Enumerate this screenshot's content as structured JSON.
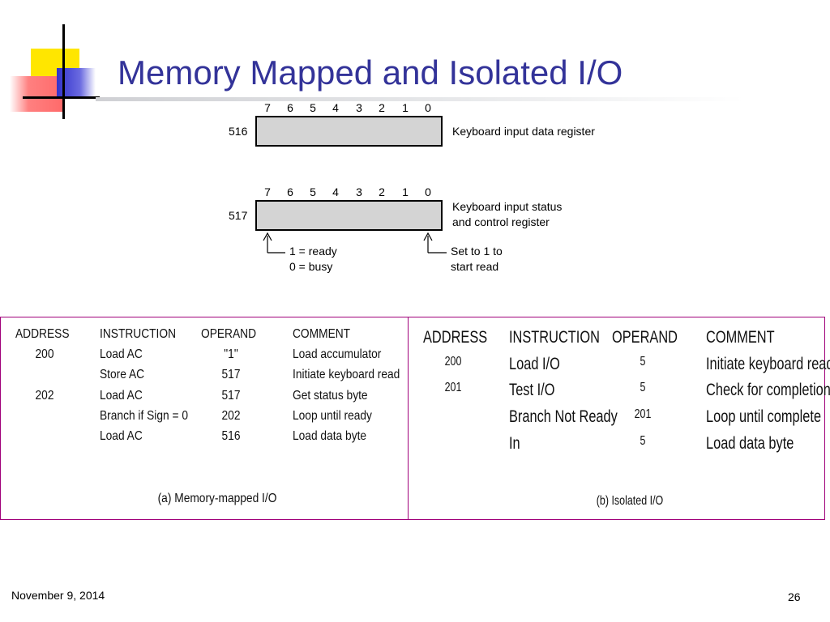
{
  "slide": {
    "title": "Memory Mapped and Isolated I/O",
    "date": "November 9, 2014",
    "page_number": "26"
  },
  "diagram": {
    "bit_numbers": [
      "7",
      "6",
      "5",
      "4",
      "3",
      "2",
      "1",
      "0"
    ],
    "register1": {
      "address": "516",
      "label": "Keyboard input data register"
    },
    "register2": {
      "address": "517",
      "label_line1": "Keyboard input status",
      "label_line2": "and control register",
      "note_left_line1": "1 = ready",
      "note_left_line2": "0 = busy",
      "note_right_line1": "Set to 1 to",
      "note_right_line2": "start read"
    }
  },
  "memory_mapped": {
    "headers": [
      "ADDRESS",
      "INSTRUCTION",
      "OPERAND",
      "COMMENT"
    ],
    "rows": [
      {
        "address": "200",
        "instruction": "Load AC",
        "operand": "\"1\"",
        "comment": "Load accumulator"
      },
      {
        "address": "",
        "instruction": "Store AC",
        "operand": "517",
        "comment": "Initiate keyboard read"
      },
      {
        "address": "202",
        "instruction": "Load AC",
        "operand": "517",
        "comment": "Get status byte"
      },
      {
        "address": "",
        "instruction": "Branch if Sign = 0",
        "operand": "202",
        "comment": "Loop until ready"
      },
      {
        "address": "",
        "instruction": "Load AC",
        "operand": "516",
        "comment": "Load data byte"
      }
    ],
    "caption": "(a) Memory-mapped I/O"
  },
  "isolated": {
    "headers": [
      "ADDRESS",
      "INSTRUCTION",
      "OPERAND",
      "COMMENT"
    ],
    "rows": [
      {
        "address": "200",
        "instruction": "Load I/O",
        "operand": "5",
        "comment": "Initiate keyboard read"
      },
      {
        "address": "201",
        "instruction": "Test I/O",
        "operand": "5",
        "comment": "Check for completion"
      },
      {
        "address": "",
        "instruction": "Branch Not Ready",
        "operand": "201",
        "comment": "Loop until complete"
      },
      {
        "address": "",
        "instruction": "In",
        "operand": "5",
        "comment": "Load data byte"
      }
    ],
    "caption": "(b) Isolated I/O"
  },
  "colors": {
    "title": "#333399",
    "panel_border": "#a0007a",
    "logo_yellow": "#ffe600",
    "logo_red": "#ff6a6a",
    "logo_blue": "#3333cc"
  }
}
